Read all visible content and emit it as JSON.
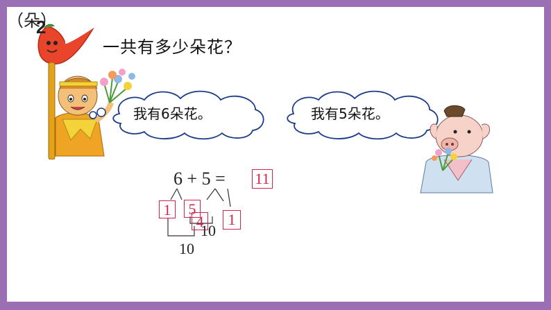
{
  "problem": {
    "number": "2",
    "question": "一共有多少朵花？"
  },
  "bubbles": {
    "left": "我有6朵花。",
    "right": "我有5朵花。"
  },
  "equation": {
    "expression": "6 + 5 =",
    "answer": "11",
    "unit": "（朵）"
  },
  "decomposition": {
    "split_of_six": "1",
    "five": "5",
    "split_four": "4",
    "split_one": "1",
    "ten_inner": "10",
    "ten_outer": "10"
  },
  "colors": {
    "frame": "#9a6fb3",
    "box": "#d4224a",
    "badge": "#e8452a"
  }
}
